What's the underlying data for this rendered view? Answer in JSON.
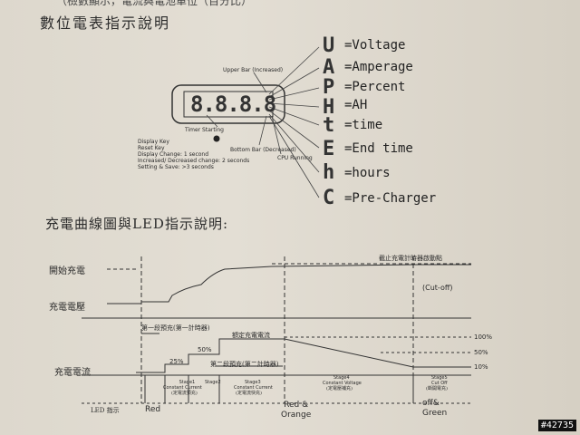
{
  "header": {
    "cut_top": "（檢數顯示，電流與電池單位（百分比）",
    "title": "數位電表指示說明"
  },
  "meter": {
    "display_digits": "8.8.8.8",
    "upper_bar": "Upper Bar (Increased)",
    "timer_starting": "Timer Starting",
    "bottom_bar": "Bottom Bar (Decreased)",
    "cpu_running": "CPU Running",
    "notes": [
      "Display Key",
      "Reset Key",
      "Display Change: 1 second",
      "Increased/ Decreased change: 2 seconds",
      "Setting & Save: >3 seconds"
    ]
  },
  "legend": [
    {
      "symbol": "U",
      "text": "=Voltage"
    },
    {
      "symbol": "A",
      "text": "=Amperage"
    },
    {
      "symbol": "P",
      "text": "=Percent"
    },
    {
      "symbol": "H",
      "text": "=AH"
    },
    {
      "symbol": "t",
      "text": "=time"
    },
    {
      "symbol": "E",
      "text": "=End time"
    },
    {
      "symbol": "h",
      "text": "=hours"
    },
    {
      "symbol": "C",
      "text": "=Pre-Charger"
    }
  ],
  "section2": {
    "title": "充電曲線圖與LED指示說明:"
  },
  "chart": {
    "row_start_charge": "開始充電",
    "row_voltage": "充電電壓",
    "row_current": "充電電流",
    "cutoff_label": "截止充電計時器啟動點",
    "cutoff": "(Cut-off)",
    "stage_one_pre": "第一段預充(第一計時器)",
    "rated_current": "額定充電電流",
    "stage_two_pre": "第二段預充(第二計時器)",
    "pct_25": "25%",
    "pct_50": "50%",
    "right_100": "100%",
    "right_50": "50%",
    "right_10": "10%",
    "stage1": "Stage1",
    "stage1_sub": "Constant Current",
    "stage1_cn": "(定電流預充)",
    "stage2": "Stage2",
    "stage3": "Stage3",
    "stage3_sub": "Constant Current",
    "stage3_cn": "(定電流快充)",
    "stage4": "Stage4",
    "stage4_sub": "Constant Voltage",
    "stage4_cn": "(定電壓補充)",
    "stage5": "Stage5",
    "stage5_sub": "Cut Off",
    "stage5_cn": "(斷開電充)",
    "led_label": "LED 指示",
    "led_red": "Red",
    "led_red_orange_1": "Red &",
    "led_red_orange_2": "Orange",
    "led_off_1": "off&",
    "led_off_2": "Green"
  },
  "stamp": "#42735"
}
